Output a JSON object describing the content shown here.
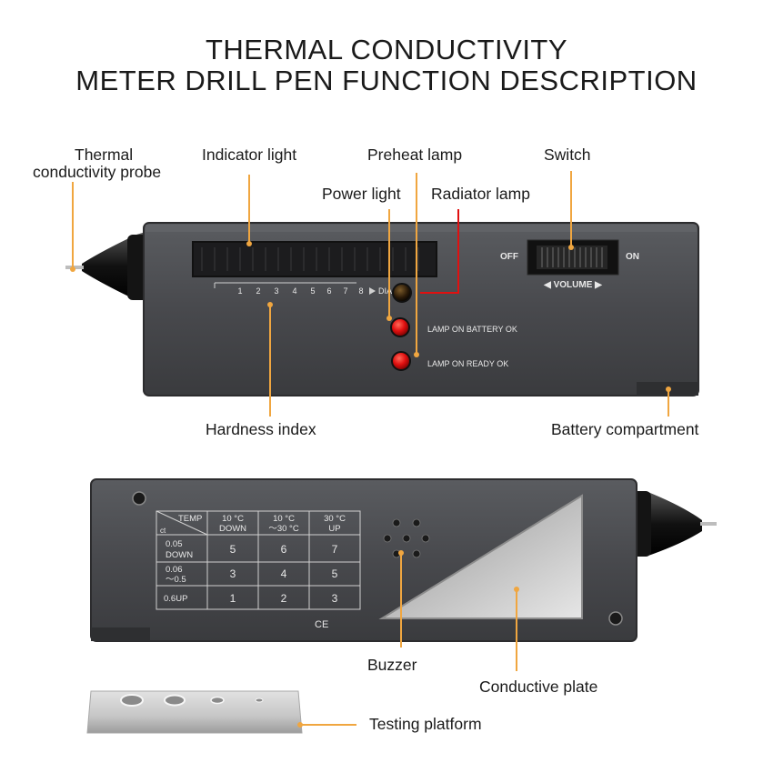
{
  "title": {
    "line1": "THERMAL CONDUCTIVITY",
    "line2": "METER DRILL PEN FUNCTION DESCRIPTION"
  },
  "labels": {
    "probe_line1": "Thermal",
    "probe_line2": "conductivity probe",
    "indicator_light": "Indicator light",
    "preheat_lamp": "Preheat lamp",
    "switch": "Switch",
    "power_light": "Power light",
    "radiator_lamp": "Radiator lamp",
    "hardness_index": "Hardness index",
    "battery_compartment": "Battery compartment",
    "buzzer": "Buzzer",
    "conductive_plate": "Conductive plate",
    "testing_platform": "Testing platform"
  },
  "device_front": {
    "scale": [
      "1",
      "2",
      "3",
      "4",
      "5",
      "6",
      "7",
      "8"
    ],
    "scale_end": "DIA",
    "off": "OFF",
    "on": "ON",
    "volume": "◀ VOLUME ▶",
    "lamp_battery": "LAMP ON BATTERY OK",
    "lamp_ready": "LAMP ON READY OK"
  },
  "device_back": {
    "table_header_temp": "TEMP",
    "table_header_ct": "ct",
    "col_headers": [
      [
        "10 °C",
        "DOWN"
      ],
      [
        "10 °C",
        "～30 °C"
      ],
      [
        "30 °C",
        "UP"
      ]
    ],
    "rows": [
      {
        "label": [
          "0.05",
          "DOWN"
        ],
        "values": [
          "5",
          "6",
          "7"
        ]
      },
      {
        "label": [
          "0.06",
          "～0.5"
        ],
        "values": [
          "3",
          "4",
          "5"
        ]
      },
      {
        "label": [
          "0.6UP"
        ],
        "values": [
          "1",
          "2",
          "3"
        ]
      }
    ],
    "ce_mark": "CE"
  },
  "colors": {
    "body": "#4a4c50",
    "leader": "#f0a640",
    "lamp_red": "#e01010",
    "label_text": "#1a1a1a"
  }
}
